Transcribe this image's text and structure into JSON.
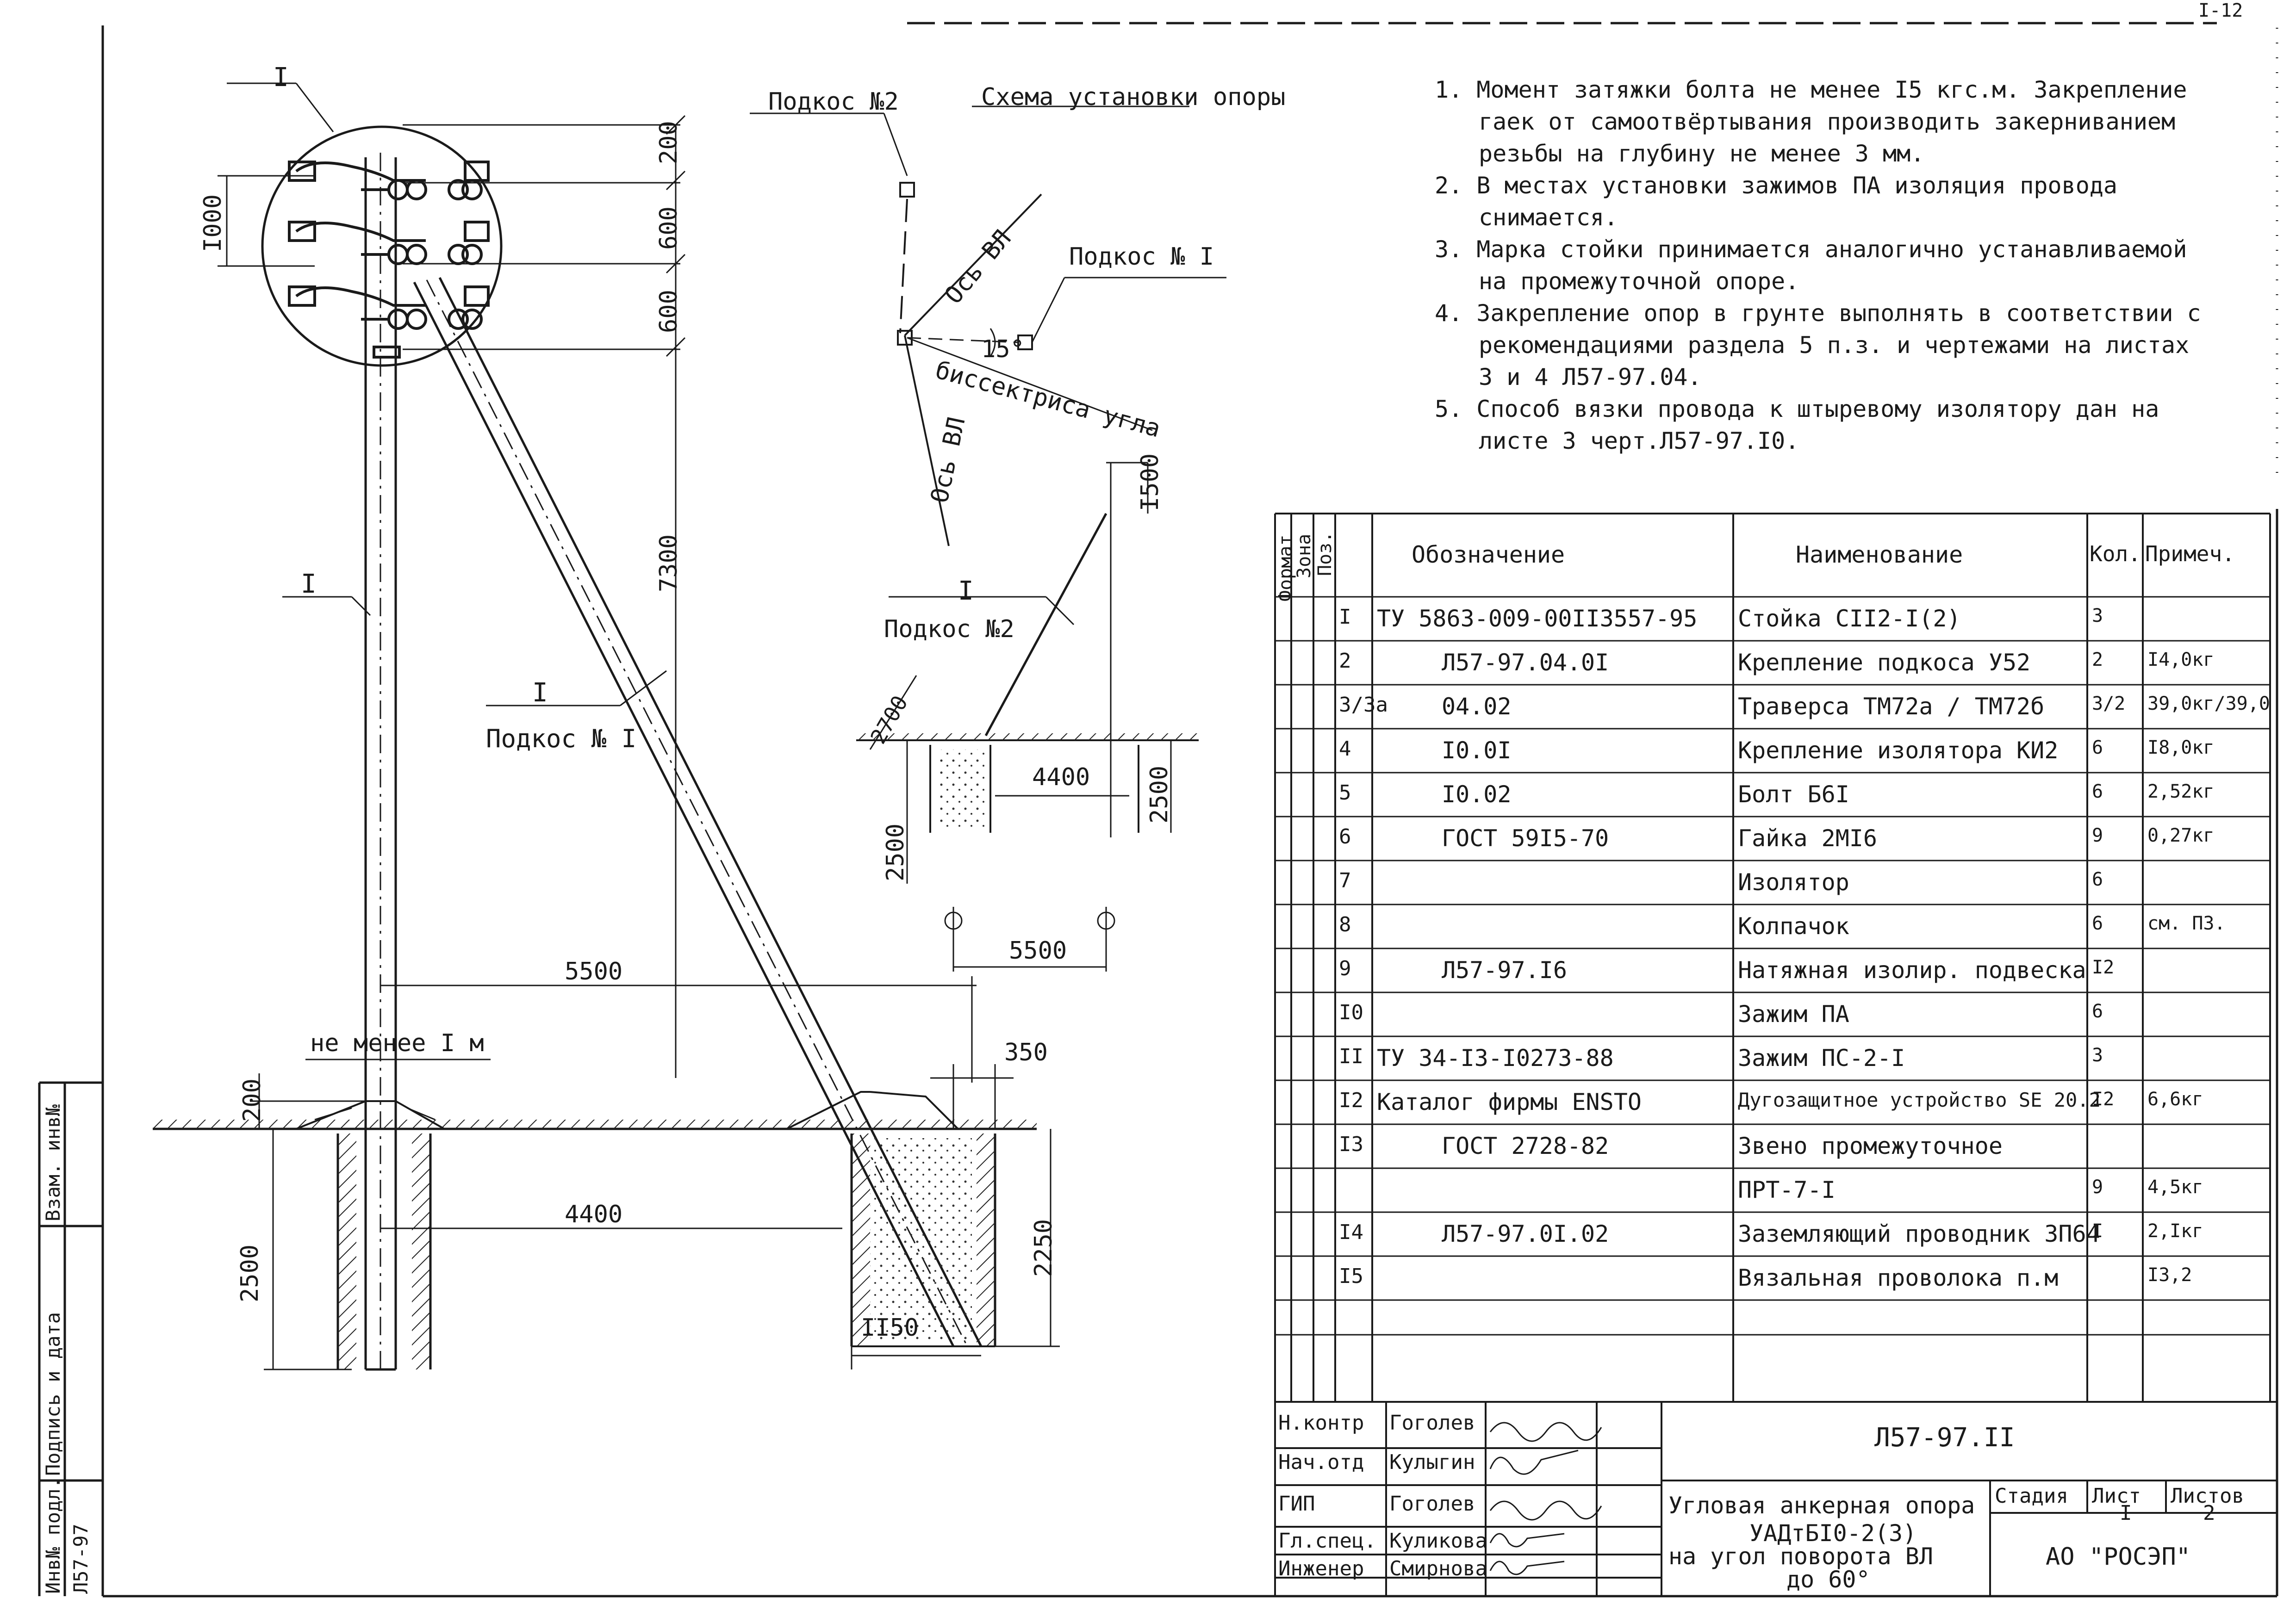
{
  "drawing": {
    "code": "Л57-97.II",
    "page_mark": "I-12",
    "labels": {
      "callout_I_top": "I",
      "callout_I_mid": "I",
      "callout_I_brace": "I",
      "callout_I_scheme": "I",
      "podkos_1": "Подкос № I",
      "podkos_2_top": "Подкос №2",
      "podkos_2_mid": "Подкос №2",
      "podkos_1_scheme": "Подкос № I",
      "scheme_title": "Схема установки опоры",
      "os_vl_upper": "Ось ВЛ",
      "os_vl_lower": "Ось ВЛ",
      "bisector": "биссектриса угла",
      "angle_15": "15°",
      "ne_menee": "не менее I м"
    },
    "dims": {
      "d200_top": "200",
      "d600_a": "600",
      "d600_b": "600",
      "d1000": "I000",
      "d7300": "7300",
      "d5500": "5500",
      "d200_ground": "200",
      "d4400": "4400",
      "d2500_left": "2500",
      "d2250": "2250",
      "d1150": "II50",
      "d350": "350",
      "s_1500": "I500",
      "s_2700": "2700",
      "s_4400": "4400",
      "s_2500_right": "2500",
      "s_2500_left": "2500",
      "s_5500": "5500"
    }
  },
  "notes": [
    "1. Момент затяжки болта не менее I5 кгс.м. Закрепление",
    "гаек от самоотвёртывания производить закерниванием",
    "резьбы на глубину не менее 3 мм.",
    "2. В местах установки зажимов ПА изоляция провода",
    "снимается.",
    "3. Марка стойки принимается аналогично устанавливаемой",
    "на промежуточной опоре.",
    "4. Закрепление опор в грунте выполнять в соответствии с",
    "рекомендациями раздела 5 п.з. и чертежами на листах",
    "3 и 4 Л57-97.04.",
    "5. Способ вязки провода к штыревому изолятору дан на",
    "листе 3 черт.Л57-97.I0."
  ],
  "spec_table": {
    "headers": {
      "format": "Формат",
      "zone": "Зона",
      "pos": "Поз.",
      "designation": "Обозначение",
      "name": "Наименование",
      "qty": "Кол.",
      "note": "Примеч."
    },
    "rows": [
      {
        "pos": "I",
        "designation": "ТУ 5863-009-00II3557-95",
        "name": "Стойка СII2-I(2)",
        "qty": "3",
        "note": ""
      },
      {
        "pos": "2",
        "designation": "Л57-97.04.0I",
        "name": "Крепление подкоса У52",
        "qty": "2",
        "note": "I4,0кг"
      },
      {
        "pos": "3/3а",
        "designation": "04.02",
        "name": "Траверса ТМ72а / ТМ72б",
        "qty": "3/2",
        "note": "39,0кг/39,0"
      },
      {
        "pos": "4",
        "designation": "I0.0I",
        "name": "Крепление изолятора КИ2",
        "qty": "6",
        "note": "I8,0кг"
      },
      {
        "pos": "5",
        "designation": "I0.02",
        "name": "Болт Б6I",
        "qty": "6",
        "note": "2,52кг"
      },
      {
        "pos": "6",
        "designation": "ГОСТ 59I5-70",
        "name": "Гайка 2МI6",
        "qty": "9",
        "note": "0,27кг"
      },
      {
        "pos": "7",
        "designation": "",
        "name": "Изолятор",
        "qty": "6",
        "note": ""
      },
      {
        "pos": "8",
        "designation": "",
        "name": "Колпачок",
        "qty": "6",
        "note": "см. ПЗ."
      },
      {
        "pos": "9",
        "designation": "Л57-97.I6",
        "name": "Натяжная изолир. подвеска",
        "qty": "I2",
        "note": ""
      },
      {
        "pos": "I0",
        "designation": "",
        "name": "Зажим ПА",
        "qty": "6",
        "note": ""
      },
      {
        "pos": "II",
        "designation": "ТУ 34-I3-I0273-88",
        "name": "Зажим ПС-2-I",
        "qty": "3",
        "note": ""
      },
      {
        "pos": "I2",
        "designation": "Каталог фирмы ENSTO",
        "name": "Дугозащитное устройство SE 20.2",
        "qty": "I2",
        "note": "6,6кг"
      },
      {
        "pos": "I3",
        "designation": "ГОСТ 2728-82",
        "name": "Звено промежуточное",
        "qty": "",
        "note": ""
      },
      {
        "pos": "",
        "designation": "",
        "name": "ПРТ-7-I",
        "qty": "9",
        "note": "4,5кг"
      },
      {
        "pos": "I4",
        "designation": "Л57-97.0I.02",
        "name": "Заземляющий проводник ЗП64",
        "qty": "I",
        "note": "2,Iкг"
      },
      {
        "pos": "I5",
        "designation": "",
        "name": "Вязальная проволока п.м",
        "qty": "",
        "note": "I3,2"
      }
    ]
  },
  "title_block": {
    "code": "Л57-97.II",
    "signers": [
      {
        "role": "Н.контр",
        "name": "Гоголев"
      },
      {
        "role": "Нач.отд",
        "name": "Кулыгин"
      },
      {
        "role": "ГИП",
        "name": "Гоголев"
      },
      {
        "role": "Гл.спец.",
        "name": "Куликова"
      },
      {
        "role": "Инженер",
        "name": "Смирнова"
      }
    ],
    "title_lines": [
      "Угловая анкерная опора",
      "УАДтБI0-2(3)",
      "на угол поворота ВЛ",
      "до 60°"
    ],
    "stage_label": "Стадия",
    "sheet_label": "Лист",
    "sheets_label": "Листов",
    "sheet": "I",
    "sheets": "2",
    "org": "АО \"РОСЭП\""
  },
  "margin_block": {
    "inv_podl": "Инв№ подл.",
    "podpis_data": "Подпись и дата",
    "vzam_inv": "Взам. инв№",
    "inv_value": "Л57-97"
  }
}
